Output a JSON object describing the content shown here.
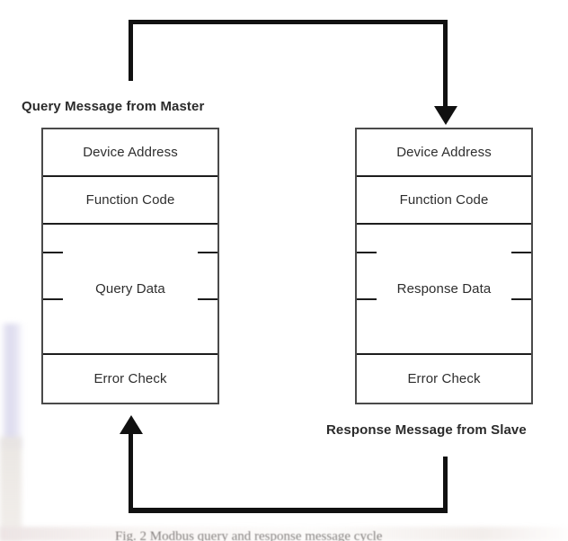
{
  "diagram": {
    "type": "modbus-message-frame-flow",
    "labels": {
      "query_title": "Query Message from Master",
      "response_title": "Response Message from Slave"
    },
    "query_frame": {
      "name": "Query Message from Master",
      "fields": [
        {
          "label": "Device Address"
        },
        {
          "label": "Function Code"
        },
        {
          "label": "Query Data"
        },
        {
          "label": "Error Check"
        }
      ]
    },
    "response_frame": {
      "name": "Response Message from Slave",
      "fields": [
        {
          "label": "Device Address"
        },
        {
          "label": "Function Code"
        },
        {
          "label": "Response Data"
        },
        {
          "label": "Error Check"
        }
      ]
    },
    "connectors": [
      {
        "name": "query-path",
        "from": "query_frame",
        "to": "response_frame",
        "direction": "down-arrow-into-response-top"
      },
      {
        "name": "response-path",
        "from": "response_frame",
        "to": "query_frame",
        "direction": "up-arrow-into-query-bottom"
      }
    ],
    "caption": "Fig. 2 Modbus query and response message cycle",
    "colors": {
      "line": "#111111",
      "box_border": "#4a4a4a",
      "row_divider": "#1d1d1d",
      "text": "#2b2b2b",
      "background": "#ffffff"
    }
  }
}
